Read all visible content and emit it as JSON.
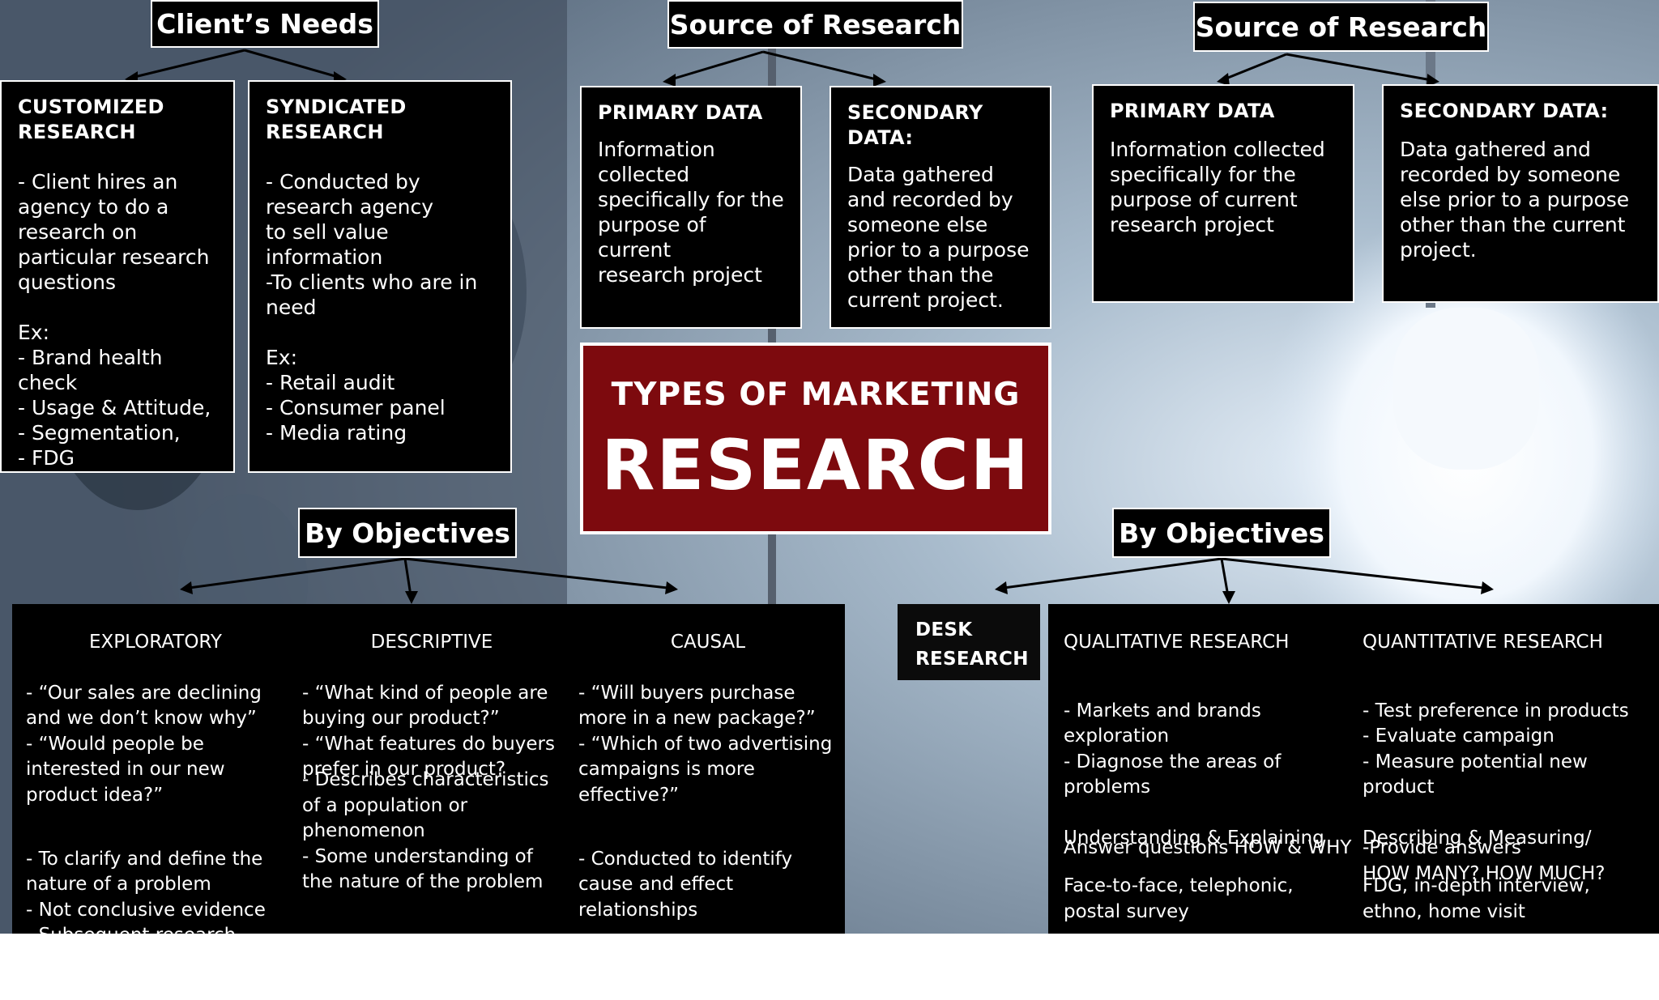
{
  "colors": {
    "title_bg": "#7d0a0e",
    "box_bg": "#000000",
    "text": "#ffffff"
  },
  "center": {
    "line1": "TYPES OF MARKETING",
    "line2": "RESEARCH"
  },
  "headers": {
    "clients_needs": "Client’s Needs",
    "source_left": "Source of Research",
    "source_right": "Source of Research",
    "objectives_left": "By Objectives",
    "objectives_right": "By Objectives"
  },
  "clients_needs": {
    "customized": {
      "title": "CUSTOMIZED\nRESEARCH",
      "body": "- Client hires an\nagency to do a\nresearch on\nparticular research\nquestions\n\nEx:\n- Brand health\ncheck\n- Usage & Attitude,\n- Segmentation,\n- FDG"
    },
    "syndicated": {
      "title": "SYNDICATED\nRESEARCH",
      "body": "- Conducted by\nresearch agency\nto sell value\ninformation\n-To clients who are in\nneed\n\nEx:\n- Retail audit\n- Consumer panel\n- Media rating"
    }
  },
  "source_left": {
    "primary": {
      "title": "PRIMARY DATA",
      "body": "Information\ncollected\nspecifically for the\npurpose of current\nresearch project"
    },
    "secondary": {
      "title": "SECONDARY\nDATA:",
      "body": "Data gathered\nand recorded by\nsomeone else\nprior to a purpose\nother than the\ncurrent project."
    }
  },
  "source_right": {
    "primary": {
      "title": "PRIMARY DATA",
      "body": "Information collected\nspecifically for the\npurpose of current\nresearch project"
    },
    "secondary": {
      "title": "SECONDARY DATA:",
      "body": "Data gathered and\nrecorded by someone\nelse prior to a purpose\nother than the current\nproject."
    }
  },
  "objectives_left": {
    "exploratory": {
      "title": "EXPLORATORY",
      "questions": "- “Our sales are declining\nand we don’t know why”\n- “Would people be\ninterested in our new\nproduct idea?”",
      "notes": "- To clarify and define the\nnature of a problem\n- Not conclusive evidence\n- Subsequent research\nexpected"
    },
    "descriptive": {
      "title": "DESCRIPTIVE",
      "questions": "- “What kind of people are\nbuying our product?”\n- “What features do buyers\nprefer in our product?",
      "notes": "- Describes characteristics\nof a population or\nphenomenon\n- Some understanding of\nthe nature of the problem"
    },
    "causal": {
      "title": "CAUSAL",
      "questions": "- “Will buyers purchase\nmore in a new package?”\n- “Which of two advertising\ncampaigns is more\neffective?”",
      "notes": "- Conducted to identify\ncause and effect\nrelationships"
    }
  },
  "objectives_right": {
    "desk": {
      "title": "DESK\nRESEARCH"
    },
    "qualitative": {
      "title": "QUALITATIVE RESEARCH",
      "uses": "- Markets and brands\nexploration\n- Diagnose the areas of\nproblems",
      "answers": "Answer questions HOW & WHY",
      "aim": "Understanding & Explaining",
      "methods": "Face-to-face, telephonic,\npostal survey"
    },
    "quantitative": {
      "title": "QUANTITATIVE RESEARCH",
      "uses": "- Test preference in products\n- Evaluate campaign\n- Measure potential new\nproduct",
      "answers": "-Provide answers\nHOW MANY? HOW MUCH?",
      "aim": "Describing & Measuring/",
      "methods": "FDG, in-depth interview,\nethno, home visit"
    }
  }
}
